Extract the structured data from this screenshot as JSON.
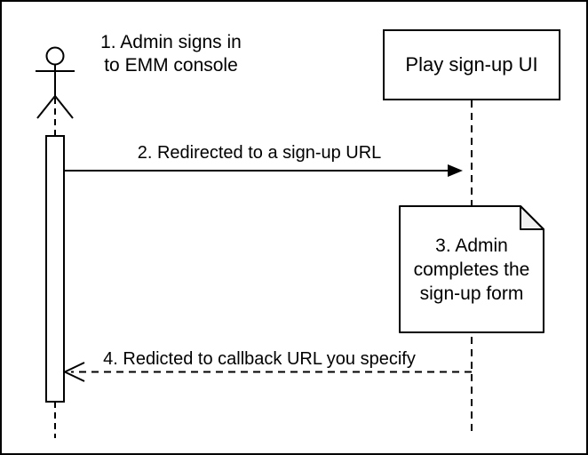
{
  "diagram": {
    "type": "sequence-diagram",
    "actor": {
      "label_lines": [
        "1. Admin signs in",
        "to EMM console"
      ]
    },
    "participant": {
      "label": "Play sign-up UI"
    },
    "messages": [
      {
        "label": "2. Redirected to a sign-up URL",
        "line_style": "solid",
        "arrowhead": "filled",
        "direction": "actor-to-participant"
      },
      {
        "label": "4. Redicted to callback URL you specify",
        "line_style": "dashed",
        "arrowhead": "open",
        "direction": "participant-to-actor"
      }
    ],
    "note": {
      "lines": [
        "3. Admin",
        "completes the",
        "sign-up form"
      ]
    },
    "colors": {
      "stroke": "#000000",
      "fill": "#ffffff",
      "note_fold_fill": "#f0f0f0"
    }
  }
}
